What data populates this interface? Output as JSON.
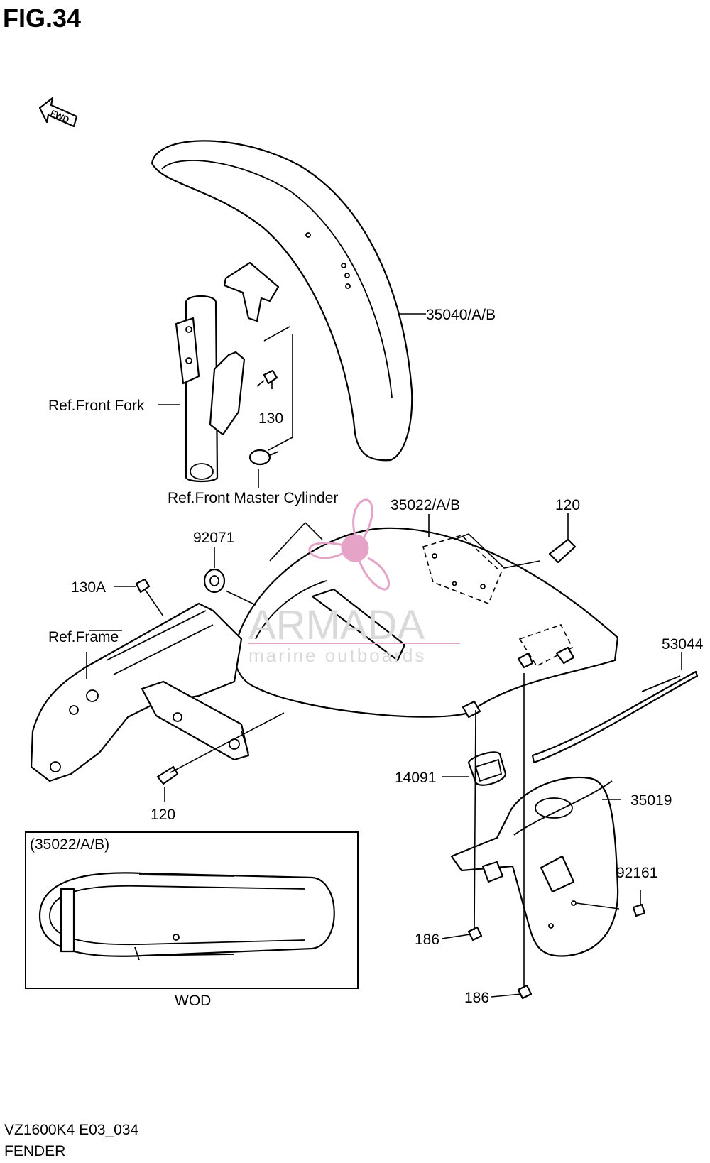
{
  "figure": {
    "title": "FIG.34",
    "model_code": "VZ1600K4 E03_034",
    "section": "FENDER"
  },
  "direction_arrow": {
    "label": "FWD"
  },
  "callouts": {
    "front_fender": "35040/A/B",
    "front_fork": "Ref.Front Fork",
    "bolt_130": "130",
    "front_master_cylinder": "Ref.Front Master Cylinder",
    "rear_fender": "35022/A/B",
    "bolt_120_top": "120",
    "cushion_92071": "92071",
    "bolt_130a": "130A",
    "frame": "Ref.Frame",
    "tape_53044": "53044",
    "cover_14091": "14091",
    "rear_fender_lower": "35019",
    "stud_92161": "92161",
    "nut_186_upper": "186",
    "nut_186_lower": "186",
    "bolt_120_bottom": "120"
  },
  "inset": {
    "header": "(35022/A/B)",
    "caption": "WOD"
  },
  "watermark": {
    "brand": "ARMADA",
    "tagline": "marine outboards",
    "brand_color": "#e6a3c8"
  }
}
